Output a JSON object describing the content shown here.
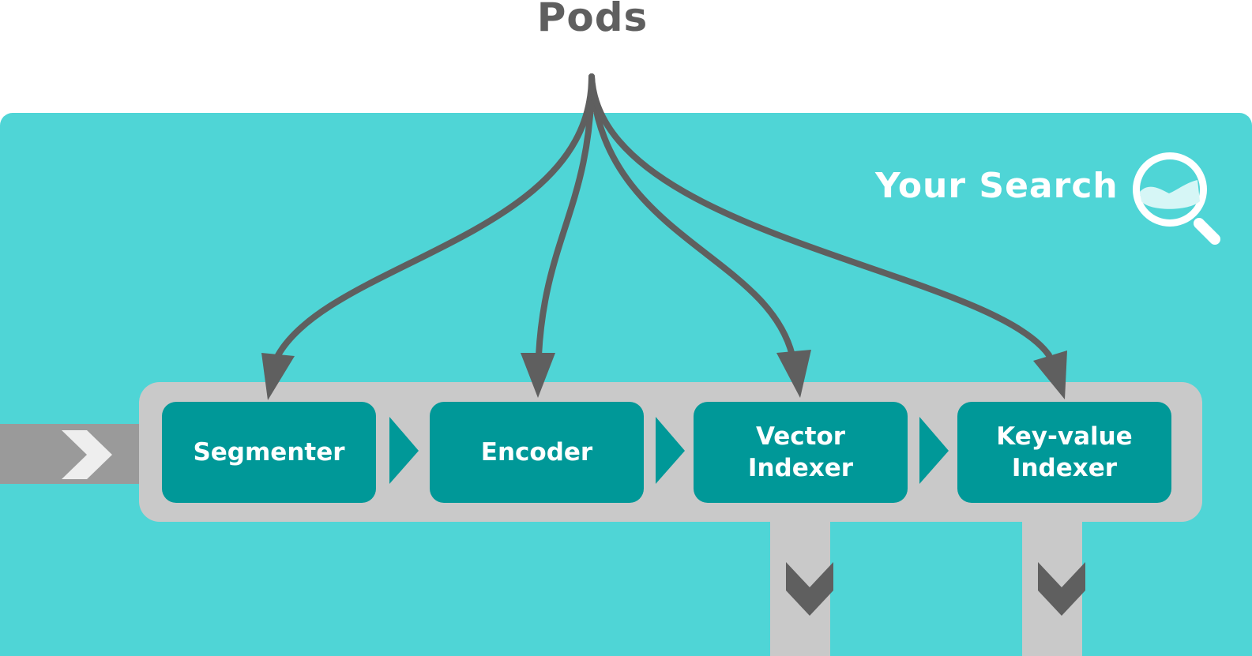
{
  "title": "Pods",
  "brand": {
    "text": "Your Search",
    "icon": "magnifier-wave-icon"
  },
  "pipeline": {
    "pods": [
      {
        "id": "segmenter",
        "label": "Segmenter"
      },
      {
        "id": "encoder",
        "label": "Encoder"
      },
      {
        "id": "vector-indexer",
        "label": "Vector\nIndexer"
      },
      {
        "id": "key-value-indexer",
        "label": "Key-value\nIndexer"
      }
    ],
    "input_icon": "chevron-right-icon",
    "output_icon": "chevron-down-icon",
    "flow_icon": "triangle-right-icon"
  },
  "colors": {
    "panel": "#4fd5d6",
    "pod": "#009898",
    "track": "#c9c9c9",
    "arrow": "#5f5f5f",
    "input_band": "#9a9a9a"
  }
}
